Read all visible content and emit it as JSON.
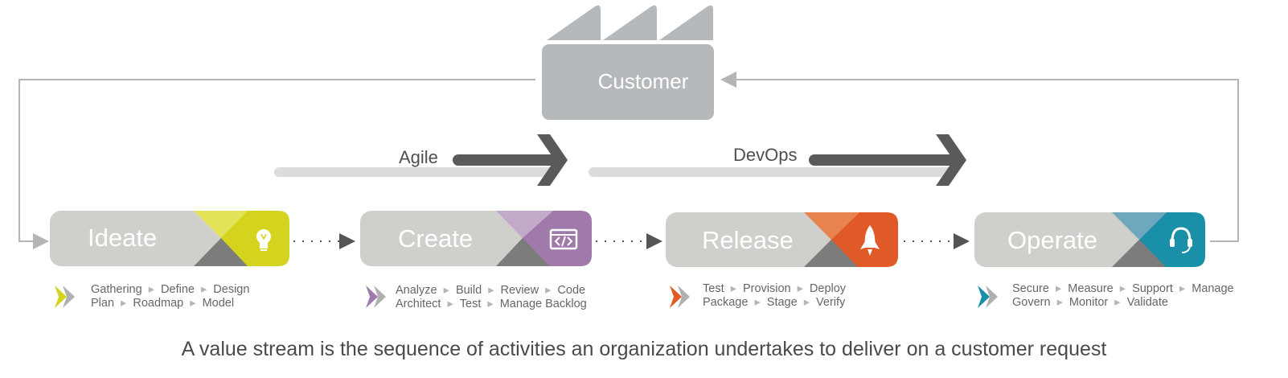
{
  "customer": {
    "label": "Customer"
  },
  "flows": {
    "agile": "Agile",
    "devops": "DevOps"
  },
  "stages": [
    {
      "label": "Ideate",
      "color": "#d4d41f",
      "icon": "lightbulb-icon",
      "line1": [
        "Gathering",
        "Define",
        "Design"
      ],
      "line2": [
        "Plan",
        "Roadmap",
        "Model"
      ]
    },
    {
      "label": "Create",
      "color": "#a07aaa",
      "icon": "code-window-icon",
      "line1": [
        "Analyze",
        "Build",
        "Review",
        "Code"
      ],
      "line2": [
        "Architect",
        "Test",
        "Manage Backlog"
      ]
    },
    {
      "label": "Release",
      "color": "#e05a28",
      "icon": "rocket-icon",
      "line1": [
        "Test",
        "Provision",
        "Deploy"
      ],
      "line2": [
        "Package",
        "Stage",
        "Verify"
      ]
    },
    {
      "label": "Operate",
      "color": "#1a8fa8",
      "icon": "headset-icon",
      "line1": [
        "Secure",
        "Measure",
        "Support",
        "Manage"
      ],
      "line2": [
        "Govern",
        "Monitor",
        "Validate"
      ]
    }
  ],
  "caption": "A value stream is the sequence of activities an organization undertakes to deliver on a customer request"
}
